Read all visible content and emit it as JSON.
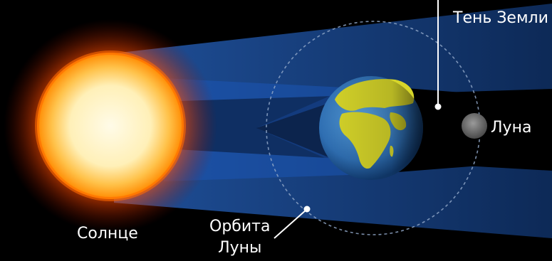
{
  "labels": {
    "earth_shadow": "Тень Земли",
    "moon": "Луна",
    "sun": "Солнце",
    "moon_orbit_line1": "Орбита",
    "moon_orbit_line2": "Луны"
  },
  "colors": {
    "background": "#000000",
    "light_cone": "#1a5fc4",
    "orbit": "#8fa6c7",
    "sun_core": "#fff6d8",
    "sun_edge": "#ff7a00",
    "earth_ocean": "#2f6fb3",
    "earth_land": "#d7d62a",
    "moon": "#7a7a7a",
    "label_text": "#ffffff"
  },
  "elements": [
    "sun",
    "earth",
    "moon",
    "moon-orbit",
    "light-cones",
    "umbra-shadow",
    "pointer-lines"
  ]
}
